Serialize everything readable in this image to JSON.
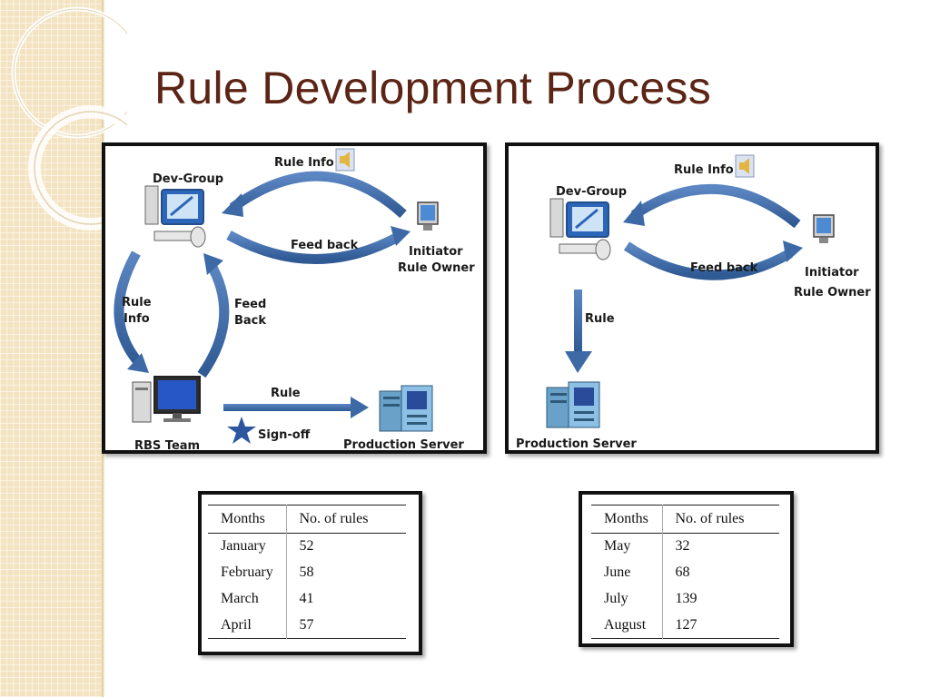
{
  "slide": {
    "title": "Rule Development Process"
  },
  "colors": {
    "title": "#5b2415",
    "arrow": "#3d6aa6",
    "background_pattern": "#f3e3c1"
  },
  "diagram_left": {
    "labels": {
      "dev_group": "Dev-Group",
      "rule_info_top": "Rule Info",
      "feedback_top": "Feed back",
      "initiator": "Initiator",
      "rule_owner": "Rule Owner",
      "rule_info_side_1": "Rule",
      "rule_info_side_2": "Info",
      "feedback_side_1": "Feed",
      "feedback_side_2": "Back",
      "rule_bottom": "Rule",
      "sign_off": "Sign-off",
      "rbs_team": "RBS Team",
      "production_server": "Production Server"
    },
    "icons": [
      "desktop-computer-icon",
      "monitor-icon",
      "speaker-icon",
      "server-icon",
      "star-icon",
      "workstation-icon"
    ]
  },
  "diagram_right": {
    "labels": {
      "dev_group": "Dev-Group",
      "rule_info_top": "Rule Info",
      "feedback_top": "Feed back",
      "initiator": "Initiator",
      "rule_owner": "Rule Owner",
      "rule_down": "Rule",
      "production_server": "Production Server"
    },
    "icons": [
      "desktop-computer-icon",
      "monitor-icon",
      "speaker-icon",
      "server-icon"
    ]
  },
  "table_left": {
    "headers": [
      "Months",
      "No. of rules"
    ],
    "rows": [
      [
        "January",
        "52"
      ],
      [
        "February",
        "58"
      ],
      [
        "March",
        "41"
      ],
      [
        "April",
        "57"
      ]
    ]
  },
  "table_right": {
    "headers": [
      "Months",
      "No. of rules"
    ],
    "rows": [
      [
        "May",
        "32"
      ],
      [
        "June",
        "68"
      ],
      [
        "July",
        "139"
      ],
      [
        "August",
        "127"
      ]
    ]
  }
}
